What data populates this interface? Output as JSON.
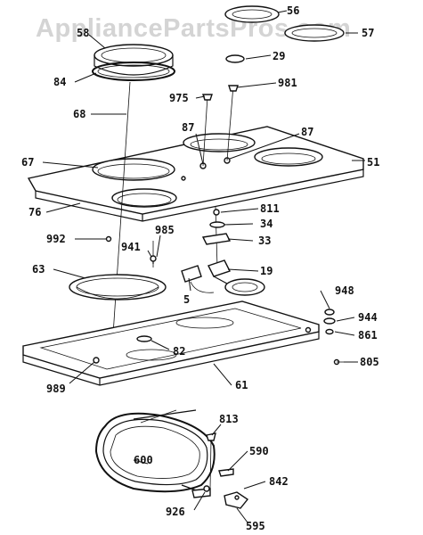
{
  "watermark": "AppliancePartsPros.com",
  "part_labels": {
    "p56": "56",
    "p57": "57",
    "p58": "58",
    "p29": "29",
    "p84": "84",
    "p975": "975",
    "p981": "981",
    "p68": "68",
    "p87a": "87",
    "p87b": "87",
    "p67": "67",
    "p51": "51",
    "p76": "76",
    "p811": "811",
    "p34": "34",
    "p992": "992",
    "p985": "985",
    "p33": "33",
    "p941": "941",
    "p63": "63",
    "p19": "19",
    "p5": "5",
    "p948": "948",
    "p944": "944",
    "p861": "861",
    "p82": "82",
    "p805": "805",
    "p989": "989",
    "p61": "61",
    "p813": "813",
    "p600": "600",
    "p590": "590",
    "p842": "842",
    "p926": "926",
    "p595": "595"
  }
}
